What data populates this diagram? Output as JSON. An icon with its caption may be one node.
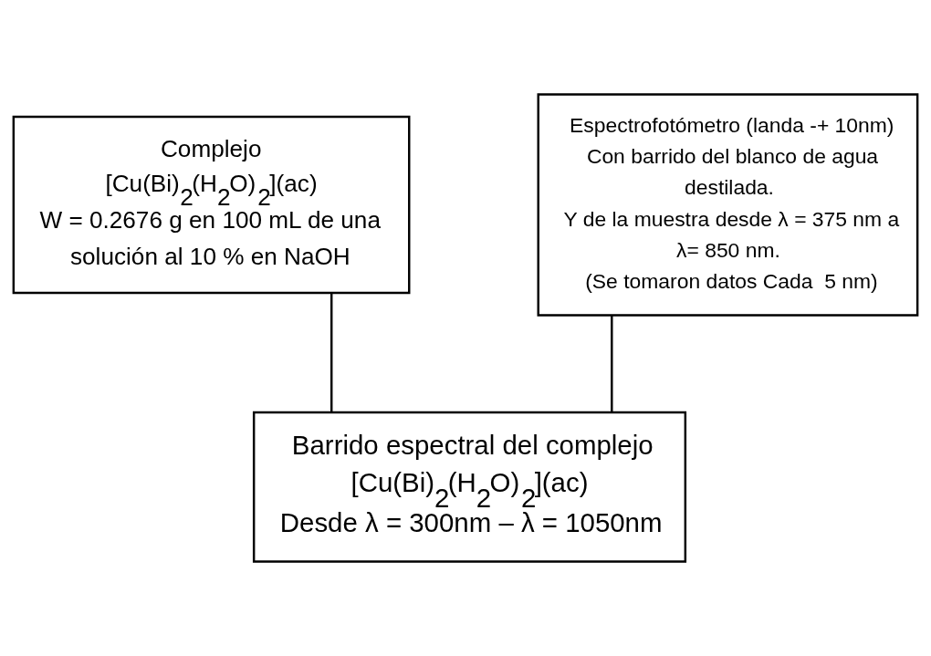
{
  "diagram": {
    "nodes": [
      {
        "text": [
          "Complejo [Cu(Bi)$_{2}$(H$_{2}$O)$_{2}$](ac)",
          "W = 0.2676 g en 100 mL de una solución al 10 % en NaOH"
        ]
      },
      {
        "text": [
          "Espectrofotómetro (landa -+ 10nm)",
          "Con barrido del blanco de agua destilada.",
          "Y de la muestra desde λ = 375 nm a λ= 850 nm.",
          "(Se tomaron datos Cada  5 nm)"
        ]
      },
      {
        "text": [
          "Barrido espectral del complejo",
          "[Cu(Bi)$_{2}$(H$_{2}$O)$_{2}$](ac)",
          "Desde λ = 300nm – λ = 1050nm"
        ]
      }
    ],
    "edges": [
      {
        "from": 0,
        "to": 2,
        "arrow": "none"
      },
      {
        "from": 1,
        "to": 2,
        "arrow": "none"
      }
    ]
  }
}
